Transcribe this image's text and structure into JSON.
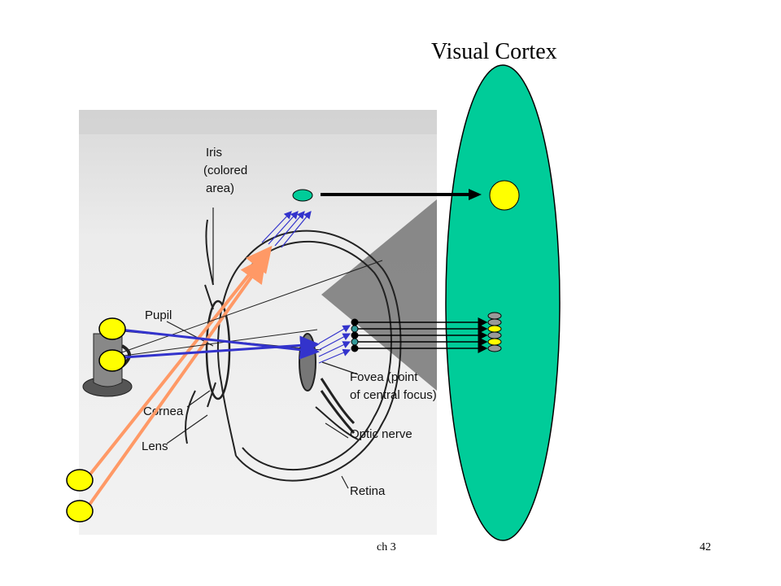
{
  "title": "Visual Cortex",
  "footer": {
    "left": "ch 3",
    "right": "42"
  },
  "labels": {
    "iris_1": "Iris",
    "iris_2": "(colored",
    "iris_3": "area)",
    "pupil": "Pupil",
    "cornea": "Cornea",
    "lens": "Lens",
    "fovea_1": "Fovea (point",
    "fovea_2": "of central focus)",
    "optic_nerve": "Optic nerve",
    "retina": "Retina"
  },
  "colors": {
    "cortex": "#00CC99",
    "stimulus": "#FFFF00",
    "neural_arrows": "#3333CC",
    "light_rays": "#FF9966",
    "photo_bg": "#E6E6E6",
    "cortex_cell_gray": "#999999"
  },
  "icons": [
    "coffee-cup-icon",
    "eye-diagram"
  ]
}
